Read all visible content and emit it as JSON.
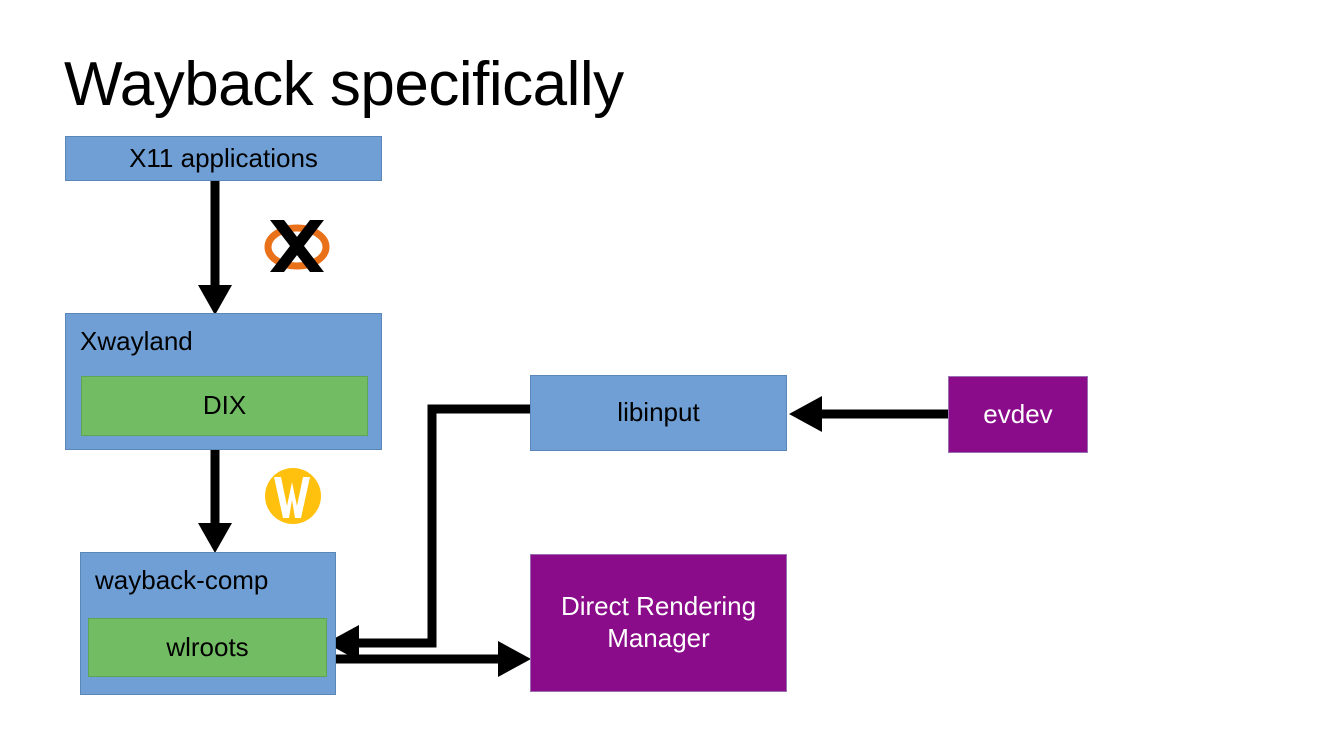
{
  "slide": {
    "title": "Wayback specifically",
    "background": "#ffffff"
  },
  "colors": {
    "blue": "#6f9fd4",
    "green": "#72bd63",
    "purple": "#8a0c8a",
    "arrow": "#000000",
    "text_dark": "#000000",
    "text_light": "#ffffff",
    "xorg_orange": "#e8711a",
    "wayland_amber": "#ffc10e"
  },
  "boxes": {
    "x11_applications": {
      "label": "X11 applications",
      "fill": "#6f9fd4"
    },
    "xwayland": {
      "label": "Xwayland",
      "fill": "#6f9fd4"
    },
    "dix": {
      "label": "DIX",
      "fill": "#72bd63"
    },
    "libinput": {
      "label": "libinput",
      "fill": "#6f9fd4"
    },
    "evdev": {
      "label": "evdev",
      "fill": "#8a0c8a"
    },
    "wayback_comp": {
      "label": "wayback-comp",
      "fill": "#6f9fd4"
    },
    "wlroots": {
      "label": "wlroots",
      "fill": "#72bd63"
    },
    "direct_rendering_manager": {
      "label": "Direct Rendering Manager",
      "fill": "#8a0c8a"
    }
  },
  "logos": {
    "xorg": {
      "name": "X.Org logo",
      "glyph": "X"
    },
    "wayland": {
      "name": "Wayland logo",
      "glyph": "W"
    }
  },
  "connections": [
    {
      "from": "X11 applications",
      "to": "Xwayland",
      "protocol": "X.Org",
      "direction": "down"
    },
    {
      "from": "Xwayland",
      "to": "wayback-comp",
      "protocol": "Wayland",
      "direction": "down"
    },
    {
      "from": "evdev",
      "to": "libinput",
      "direction": "left"
    },
    {
      "from": "libinput",
      "to": "wlroots",
      "direction": "left"
    },
    {
      "from": "wlroots",
      "to": "Direct Rendering Manager",
      "direction": "right"
    }
  ]
}
